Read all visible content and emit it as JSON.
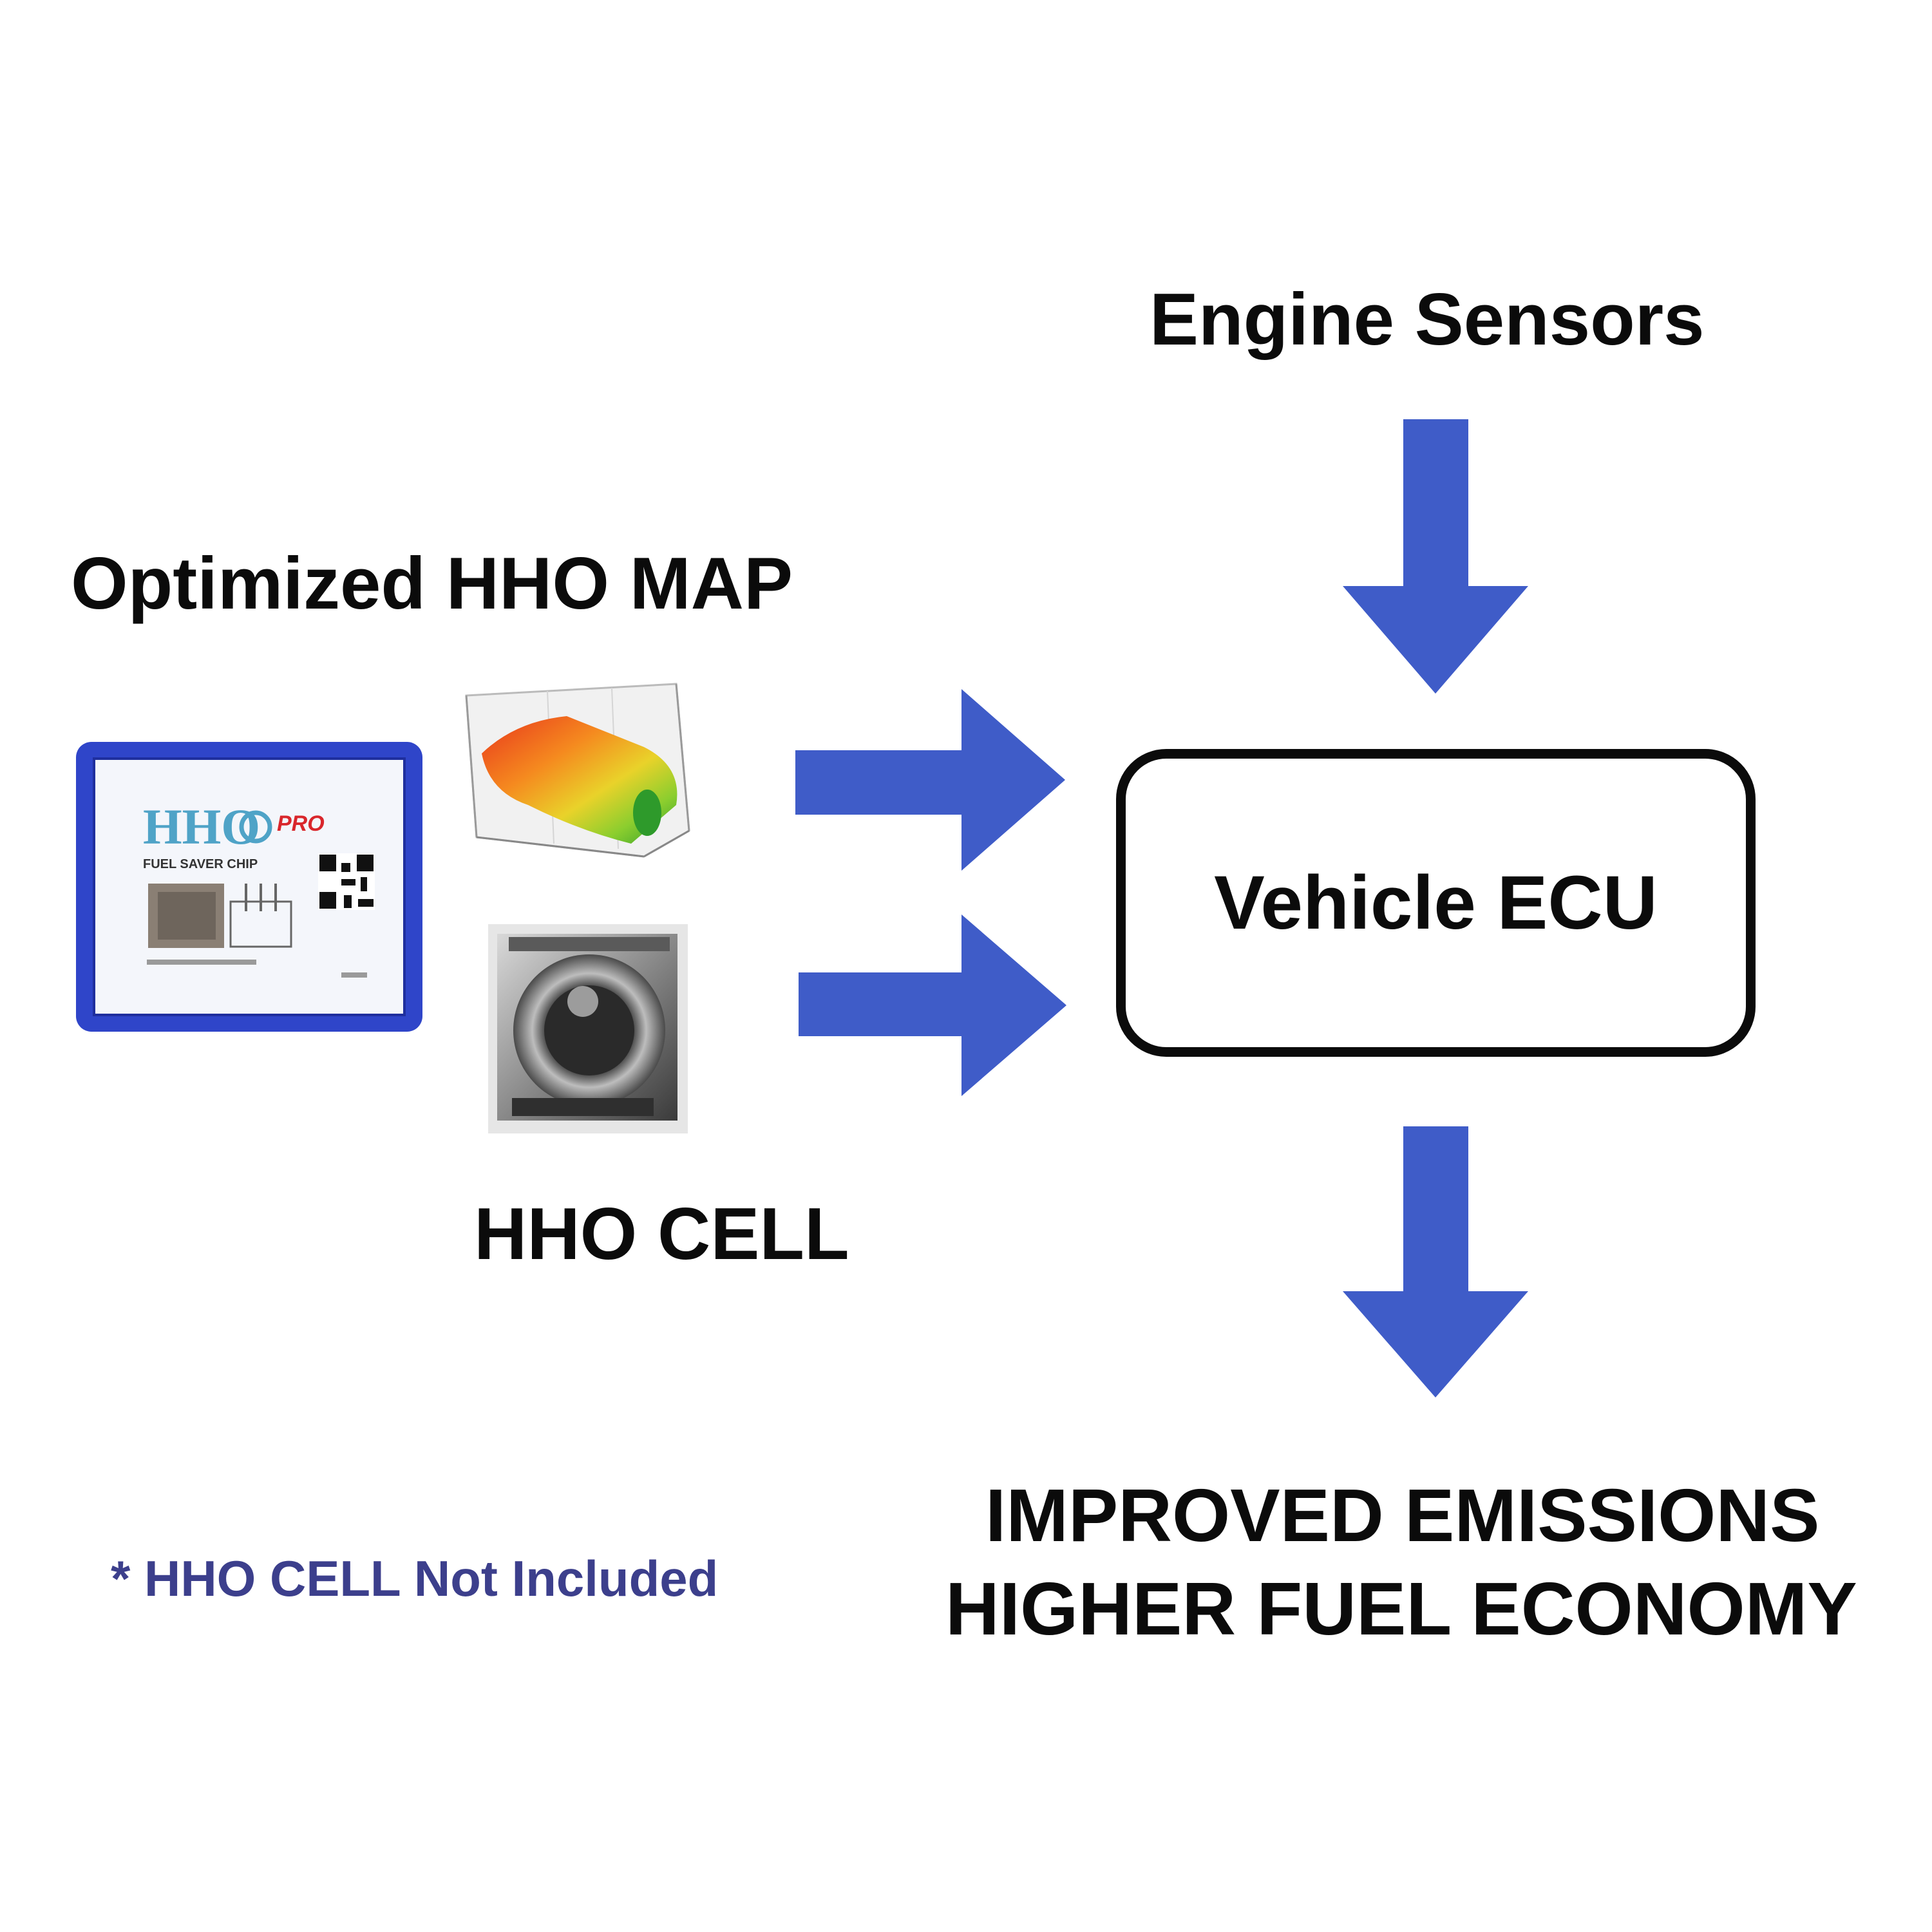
{
  "labels": {
    "engine_sensors": "Engine Sensors",
    "optimized_map": "Optimized HHO MAP",
    "hho_cell": "HHO CELL",
    "vehicle_ecu": "Vehicle ECU",
    "note": "* HHO CELL Not Included",
    "outcome_line1": "IMPROVED EMISSIONS",
    "outcome_line2": "HIGHER FUEL ECONOMY"
  },
  "chip": {
    "brand": "HHO",
    "brand_suffix": "PRO",
    "subtitle": "FUEL SAVER CHIP"
  },
  "colors": {
    "arrow": "#3f5cc8",
    "chip_frame": "#2f45c9",
    "text": "#0b0b0b",
    "note": "#3c3f8c"
  },
  "icons": [
    "chip-product-image",
    "3d-map-surface-image",
    "hho-cell-photo"
  ]
}
